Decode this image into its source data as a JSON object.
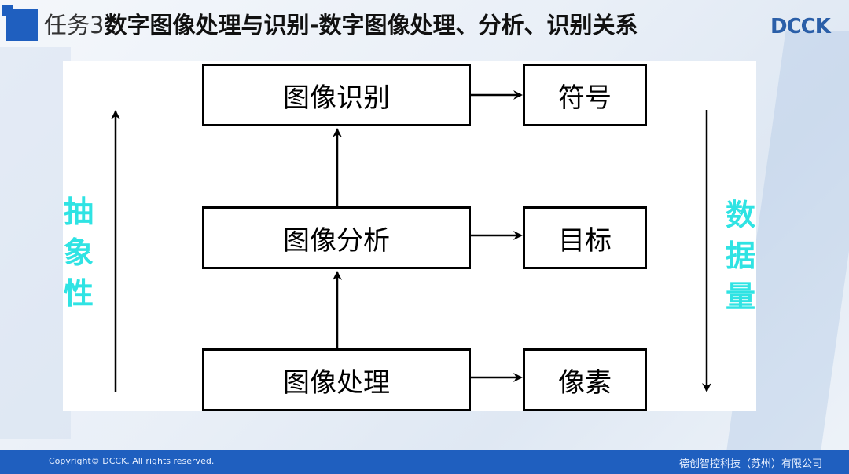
{
  "header": {
    "title_prefix": "任务3",
    "title_main": "数字图像处理与识别-数字图像处理、分析、识别关系",
    "logo_text": "DCCK"
  },
  "diagram": {
    "boxes": {
      "recognition": "图像识别",
      "analysis": "图像分析",
      "processing": "图像处理",
      "symbol": "符号",
      "object": "目标",
      "pixel": "像素"
    },
    "left_label": [
      "抽",
      "象",
      "性"
    ],
    "right_label": [
      "数",
      "据",
      "量"
    ]
  },
  "footer": {
    "copyright": "Copyright© DCCK. All rights reserved.",
    "company": "德创智控科技（苏州）有限公司"
  },
  "colors": {
    "accent": "#1f5fbf",
    "side_label": "#2fe3e3"
  }
}
